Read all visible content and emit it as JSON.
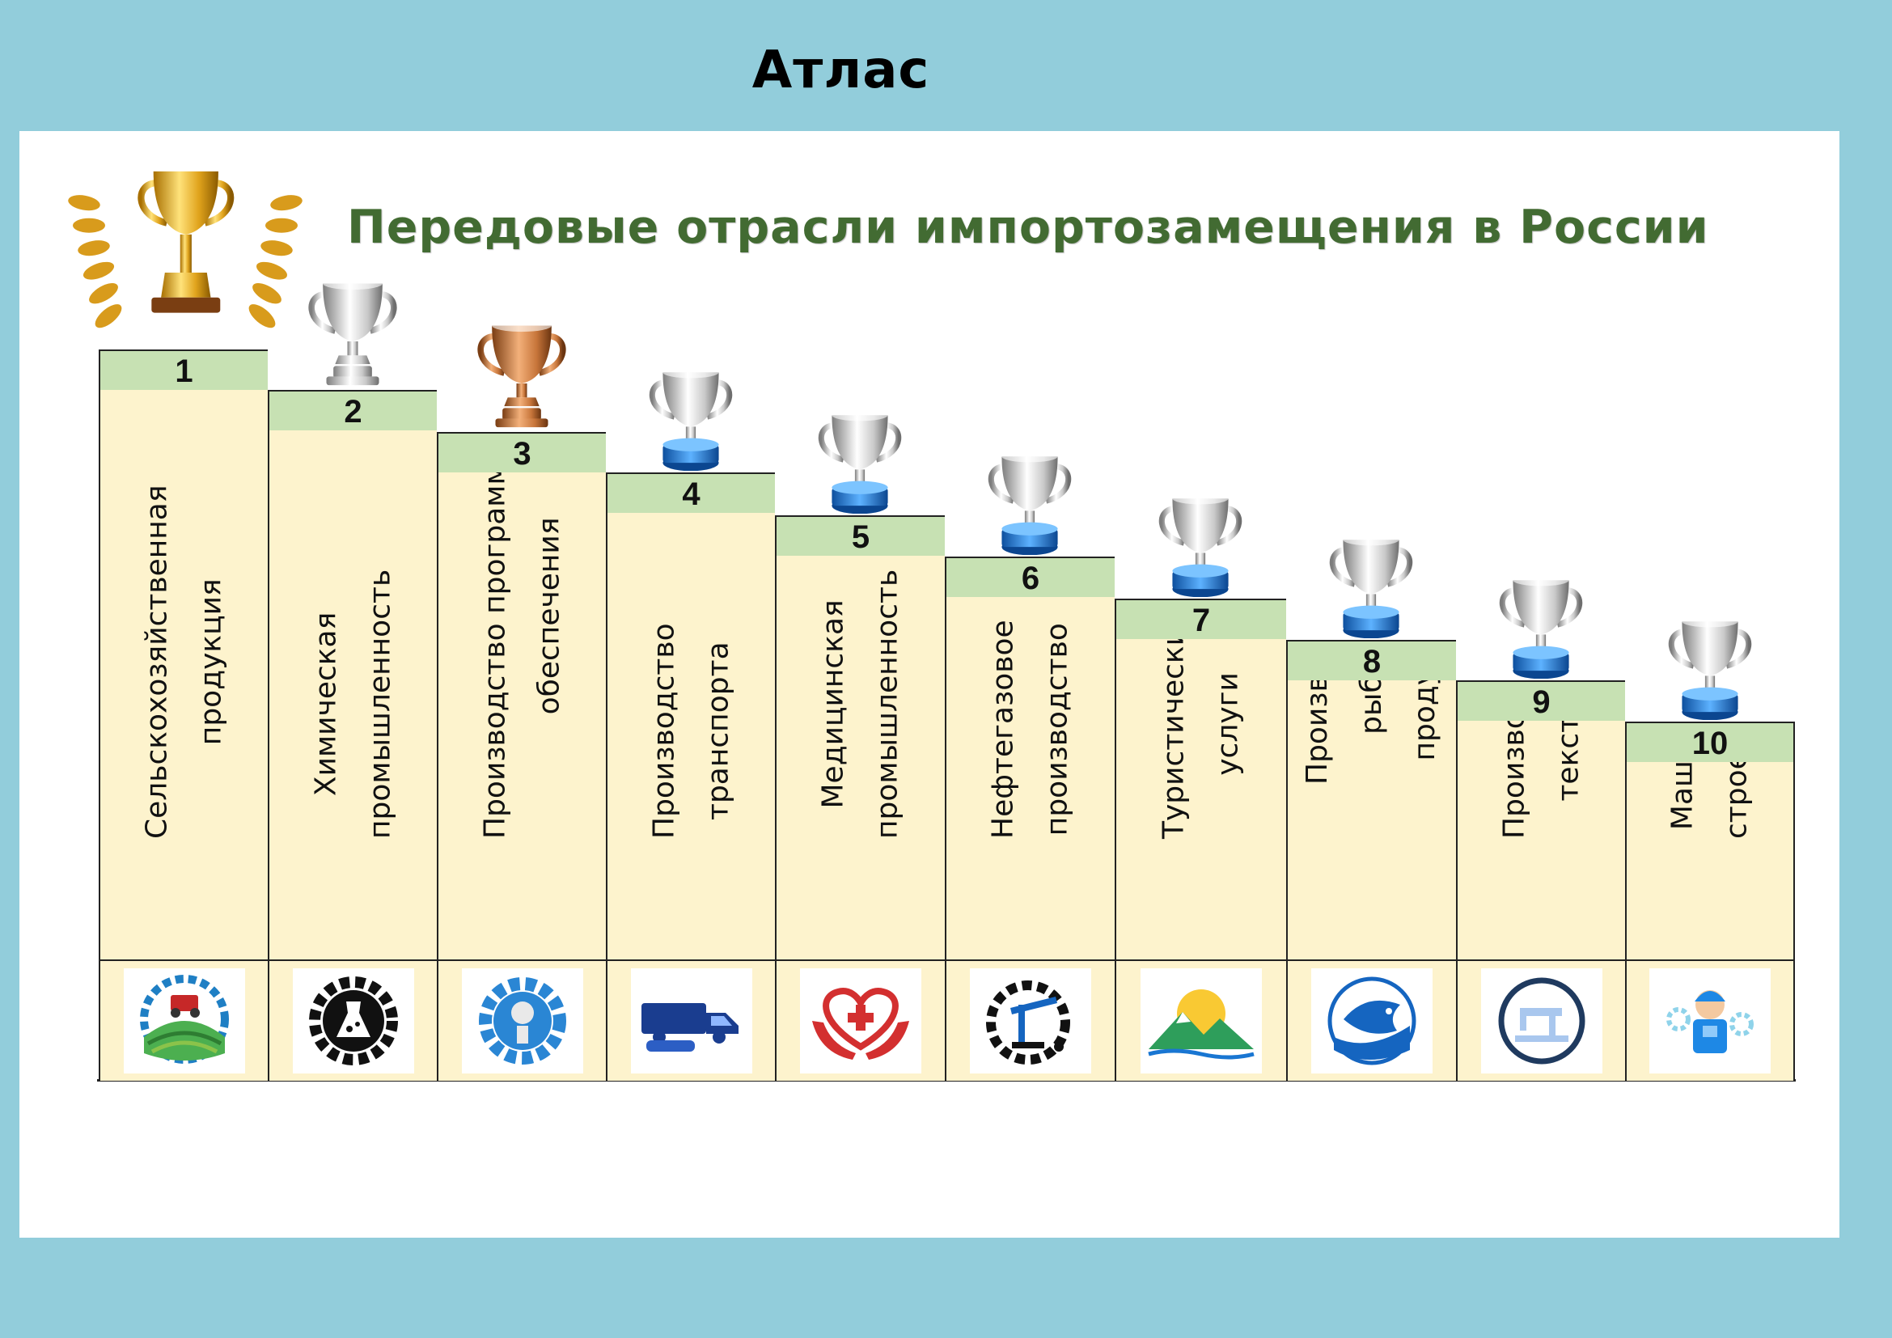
{
  "header": {
    "title": "Атлас"
  },
  "diagram": {
    "title": "Передовые отрасли импортозамещения в России",
    "steps": [
      {
        "rank": "1",
        "label": "Сельскохозяйственная\nпродукция",
        "icon": "agriculture-gear-icon",
        "trophy": "gold-trophy-laurel-icon"
      },
      {
        "rank": "2",
        "label": "Химическая\nпромышленность",
        "icon": "chemistry-flask-gear-icon",
        "trophy": "silver-trophy-icon"
      },
      {
        "rank": "3",
        "label": "Производство программного\nобеспечения",
        "icon": "software-gear-icon",
        "trophy": "bronze-trophy-icon"
      },
      {
        "rank": "4",
        "label": "Производство\nтранспорта",
        "icon": "transport-trucks-icon",
        "trophy": "trophy-icon"
      },
      {
        "rank": "5",
        "label": "Медицинская\nпромышленность",
        "icon": "medical-hands-heart-icon",
        "trophy": "trophy-icon"
      },
      {
        "rank": "6",
        "label": "Нефтегазовое\nпроизводство",
        "icon": "oil-pump-gear-icon",
        "trophy": "trophy-icon"
      },
      {
        "rank": "7",
        "label": "Туристические\nуслуги",
        "icon": "mountains-sun-icon",
        "trophy": "trophy-icon"
      },
      {
        "rank": "8",
        "label": "Производство\nрыбной\nпродукции",
        "icon": "fish-icon",
        "trophy": "trophy-icon"
      },
      {
        "rank": "9",
        "label": "Производство\nтекстиля",
        "icon": "sewing-machine-icon",
        "trophy": "trophy-icon"
      },
      {
        "rank": "10",
        "label": "Машино\nстроение",
        "icon": "engineer-mechanic-icon",
        "trophy": "trophy-icon"
      }
    ]
  }
}
